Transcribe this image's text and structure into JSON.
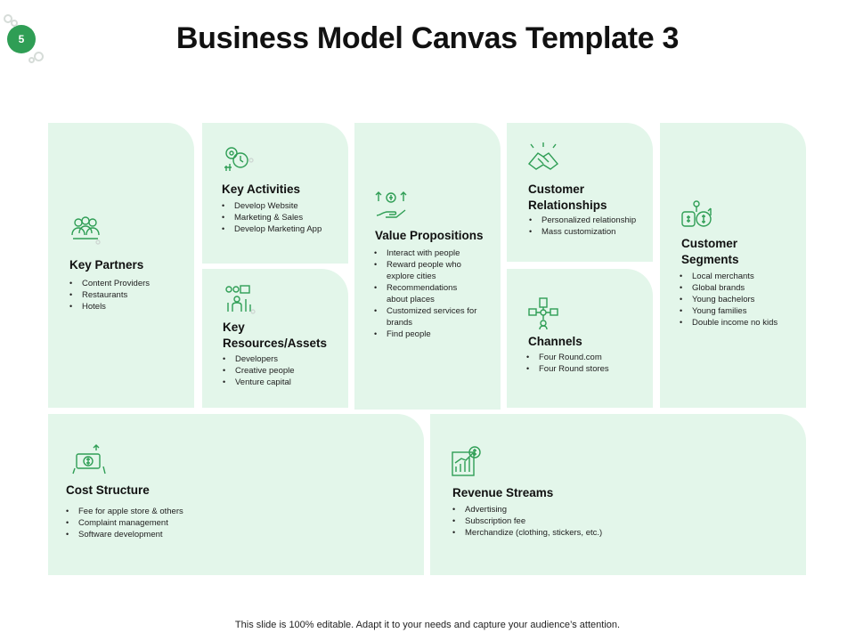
{
  "slide": {
    "number": "5",
    "title": "Business Model Canvas Template 3",
    "footer": "This slide is 100% editable. Adapt it to your needs and capture your audience’s attention."
  },
  "colors": {
    "accent": "#2f9e55",
    "block_bg": "#e3f6ea",
    "icon_stroke": "#2f9e55"
  },
  "canvas": {
    "key_partners": {
      "icon": "partners-group-icon",
      "heading": "Key Partners",
      "items": [
        "Content Providers",
        "Restaurants",
        "Hotels"
      ]
    },
    "key_activities": {
      "icon": "gears-clock-icon",
      "heading": "Key Activities",
      "items": [
        "Develop Website",
        "Marketing & Sales",
        "Develop Marketing App"
      ]
    },
    "key_resources": {
      "icon": "resources-people-chart-icon",
      "heading_line1": "Key",
      "heading_line2": "Resources/Assets",
      "items": [
        "Developers",
        "Creative people",
        "Venture capital"
      ]
    },
    "value_propositions": {
      "icon": "hand-value-icon",
      "heading": "Value Propositions",
      "items": [
        "Interact with people",
        "Reward people who explore cities",
        "Recommendations about places",
        "Customized services for brands",
        "Find people"
      ]
    },
    "customer_relationships": {
      "icon": "handshake-icon",
      "heading_line1": "Customer",
      "heading_line2": "Relationships",
      "items": [
        "Personalized relationship",
        "Mass customization"
      ]
    },
    "channels": {
      "icon": "channels-network-icon",
      "heading": "Channels",
      "items": [
        "Four Round.com",
        "Four Round stores"
      ]
    },
    "customer_segments": {
      "icon": "segments-money-icon",
      "heading_line1": "Customer",
      "heading_line2": "Segments",
      "items": [
        "Local merchants",
        "Global brands",
        "Young bachelors",
        "Young families",
        "Double income no kids"
      ]
    },
    "cost_structure": {
      "icon": "money-cost-icon",
      "heading": "Cost Structure",
      "items": [
        "Fee for apple store & others",
        "Complaint  management",
        "Software development"
      ]
    },
    "revenue_streams": {
      "icon": "revenue-chart-icon",
      "heading": "Revenue Streams",
      "items": [
        "Advertising",
        "Subscription fee",
        "Merchandize (clothing, stickers, etc.)"
      ]
    }
  }
}
